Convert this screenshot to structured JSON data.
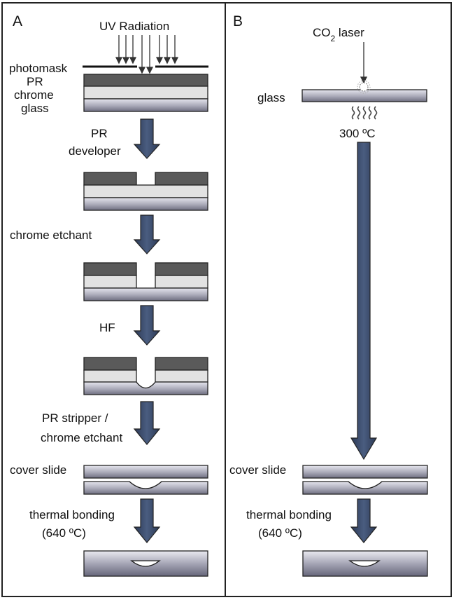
{
  "panels": {
    "a": {
      "letter": "A",
      "uv_label": "UV Radiation",
      "photomask_label": "photomask",
      "pr_label": "PR",
      "chrome_label": "chrome",
      "glass_label": "glass",
      "step1_line1": "PR",
      "step1_line2": "developer",
      "step2": "chrome etchant",
      "step3": "HF",
      "step4_line1": "PR stripper /",
      "step4_line2": "chrome etchant",
      "cover_slide": "cover slide",
      "bond_line1": "thermal bonding",
      "bond_line2": "(640 ºC)"
    },
    "b": {
      "letter": "B",
      "laser_prefix": "CO",
      "laser_sub": "2",
      "laser_suffix": " laser",
      "glass_label": "glass",
      "temp_label": "300 ºC",
      "cover_slide": "cover slide",
      "bond_line1": "thermal bonding",
      "bond_line2": "(640 ºC)"
    }
  },
  "colors": {
    "photoresist": "#5a5a5a",
    "chrome_layer": "#e2e2e2",
    "glass_dark": "#6e6e80",
    "glass_light": "#e6e6ee",
    "arrow_fill": "#3c4d6b",
    "frame": "#222222"
  }
}
